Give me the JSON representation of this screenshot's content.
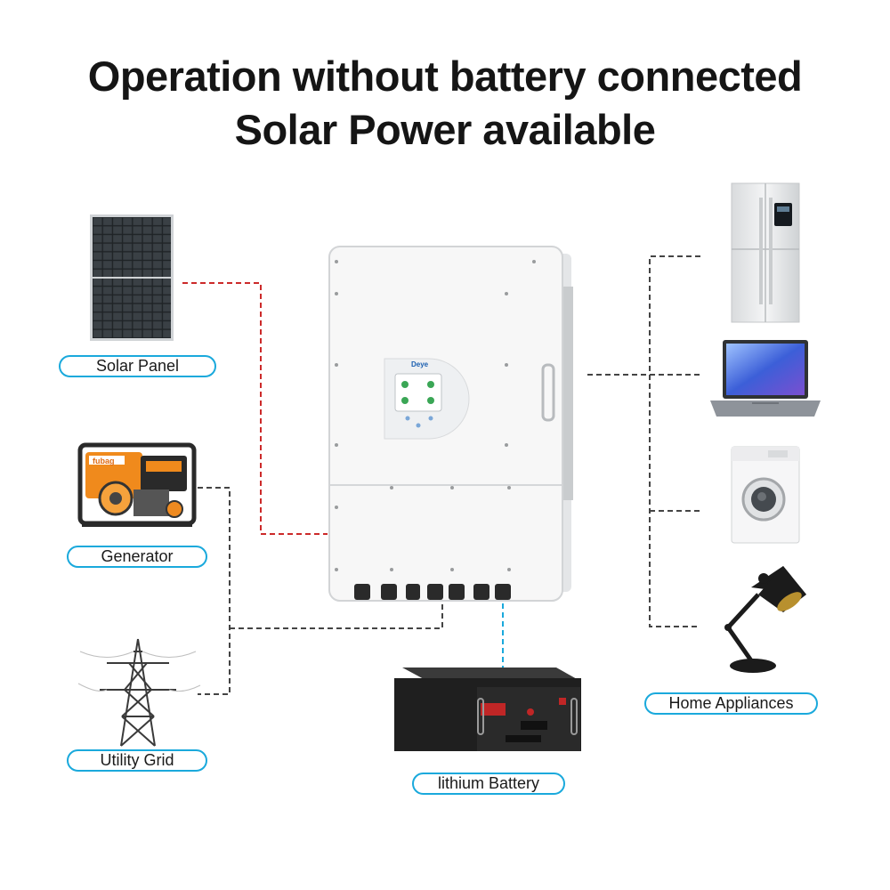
{
  "title": {
    "line1": "Operation without battery connected",
    "line2": "Solar Power available"
  },
  "labels": {
    "solar_panel": "Solar Panel",
    "generator": "Generator",
    "utility_grid": "Utility Grid",
    "lithium_battery": "lithium Battery",
    "home_appliances": "Home Appliances"
  },
  "inverter": {
    "brand": "Deye"
  },
  "generator": {
    "brand": "fubag"
  },
  "colors": {
    "pv_line": "#cc2a2a",
    "ac_line": "#444444",
    "battery_line": "#1aa9dc",
    "label_border": "#1aa9dc"
  },
  "icons": [
    "solar-panel-icon",
    "generator-icon",
    "pylon-icon",
    "inverter-icon",
    "battery-icon",
    "fridge-icon",
    "laptop-icon",
    "washing-machine-icon",
    "desk-lamp-icon"
  ]
}
